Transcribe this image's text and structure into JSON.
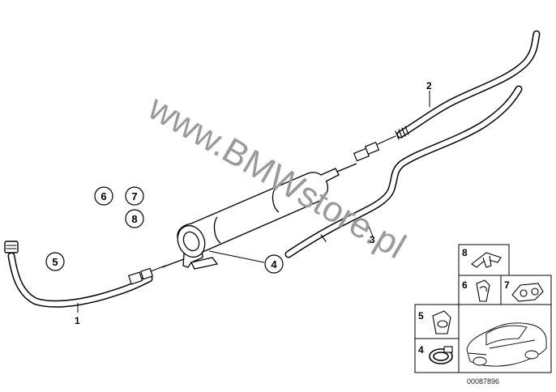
{
  "watermark": "www.BMWstore.pl",
  "part_labels": {
    "hose1": "1",
    "hose2": "2",
    "hose3": "3"
  },
  "circled_labels": {
    "c4": "4",
    "c5": "5",
    "c6": "6",
    "c7": "7",
    "c8": "8"
  },
  "inset_labels": {
    "b4": "4",
    "b5": "5",
    "b6": "6",
    "b7": "7",
    "b8": "8"
  },
  "diagram_id": "00087896",
  "colors": {
    "line": "#000000",
    "watermark": "#9a9a9a",
    "background": "#ffffff"
  }
}
